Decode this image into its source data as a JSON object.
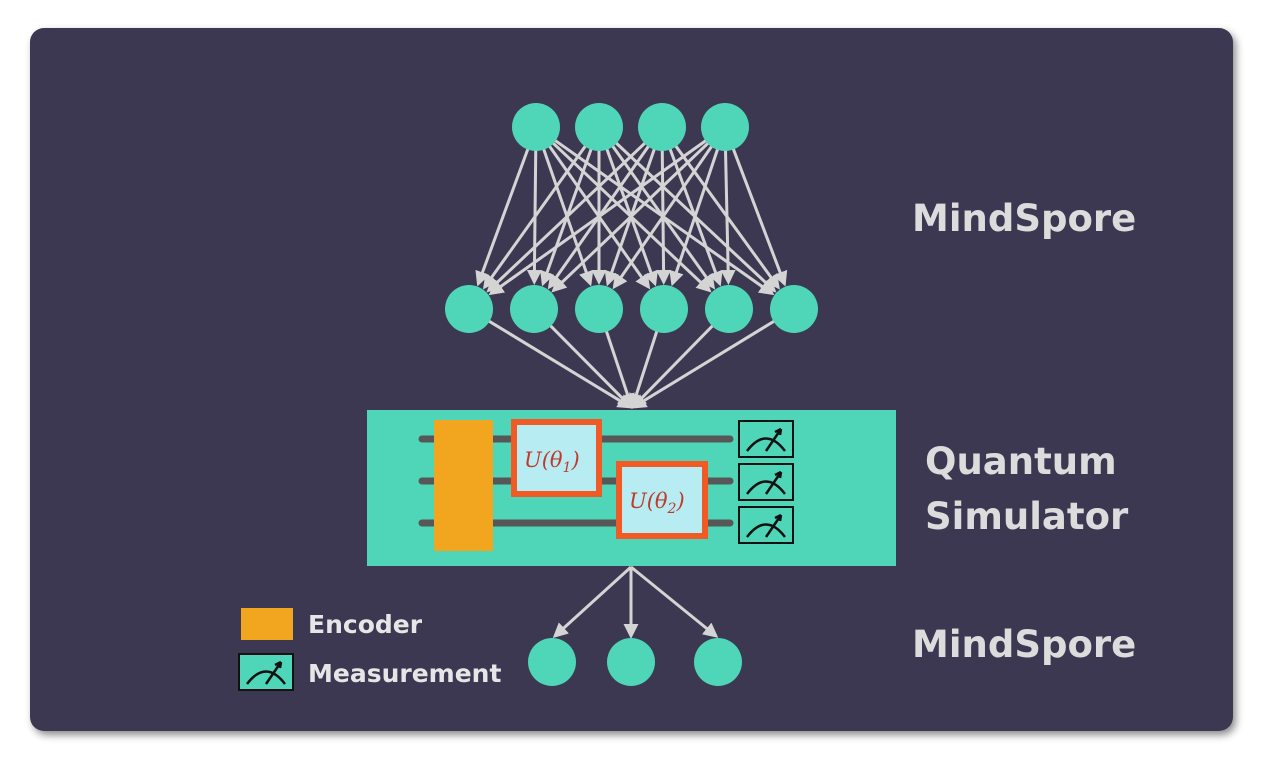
{
  "colors": {
    "panel": "#3e3851",
    "node": "#4fd6b8",
    "edge": "#cfcfcf",
    "simulator_bg": "#4fd6b8",
    "wire": "#575757",
    "encoder": "#f2a51f",
    "gate_border": "#f15a24",
    "gate_fill": "#b8ecf3",
    "gate_text": "#c0392b",
    "label": "#dcdcdc"
  },
  "labels": {
    "top_framework": "MindSpore",
    "simulator_line1": "Quantum",
    "simulator_line2": "Simulator",
    "bottom_framework": "MindSpore"
  },
  "gates": {
    "gate1_main": "U(θ",
    "gate1_sub": "1",
    "gate2_main": "U(θ",
    "gate2_sub": "2",
    "close_paren": ")"
  },
  "legend": {
    "encoder_label": "Encoder",
    "measurement_label": "Measurement"
  },
  "icons": {
    "measurement": "meter-icon"
  }
}
